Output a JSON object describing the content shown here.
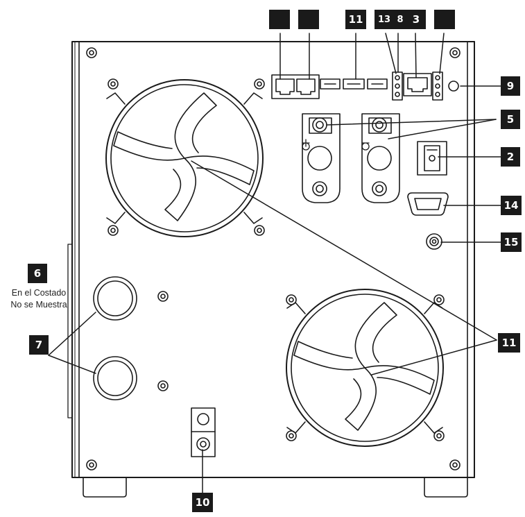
{
  "callouts": {
    "c1a": "",
    "c1b": "",
    "c11_top": "11",
    "c13": "13",
    "c8": "8",
    "c3": "3",
    "c4": "",
    "c9": "9",
    "c5": "5",
    "c2": "2",
    "c14": "14",
    "c15": "15",
    "c6": "6",
    "c7": "7",
    "c11_right": "11",
    "c10": "10"
  },
  "side_note": {
    "line1": "En el Costado",
    "line2": "No se Muestra"
  },
  "colors": {
    "line": "#1a1a1a",
    "callout_bg": "#1a1a1a",
    "callout_text": "#ffffff"
  }
}
